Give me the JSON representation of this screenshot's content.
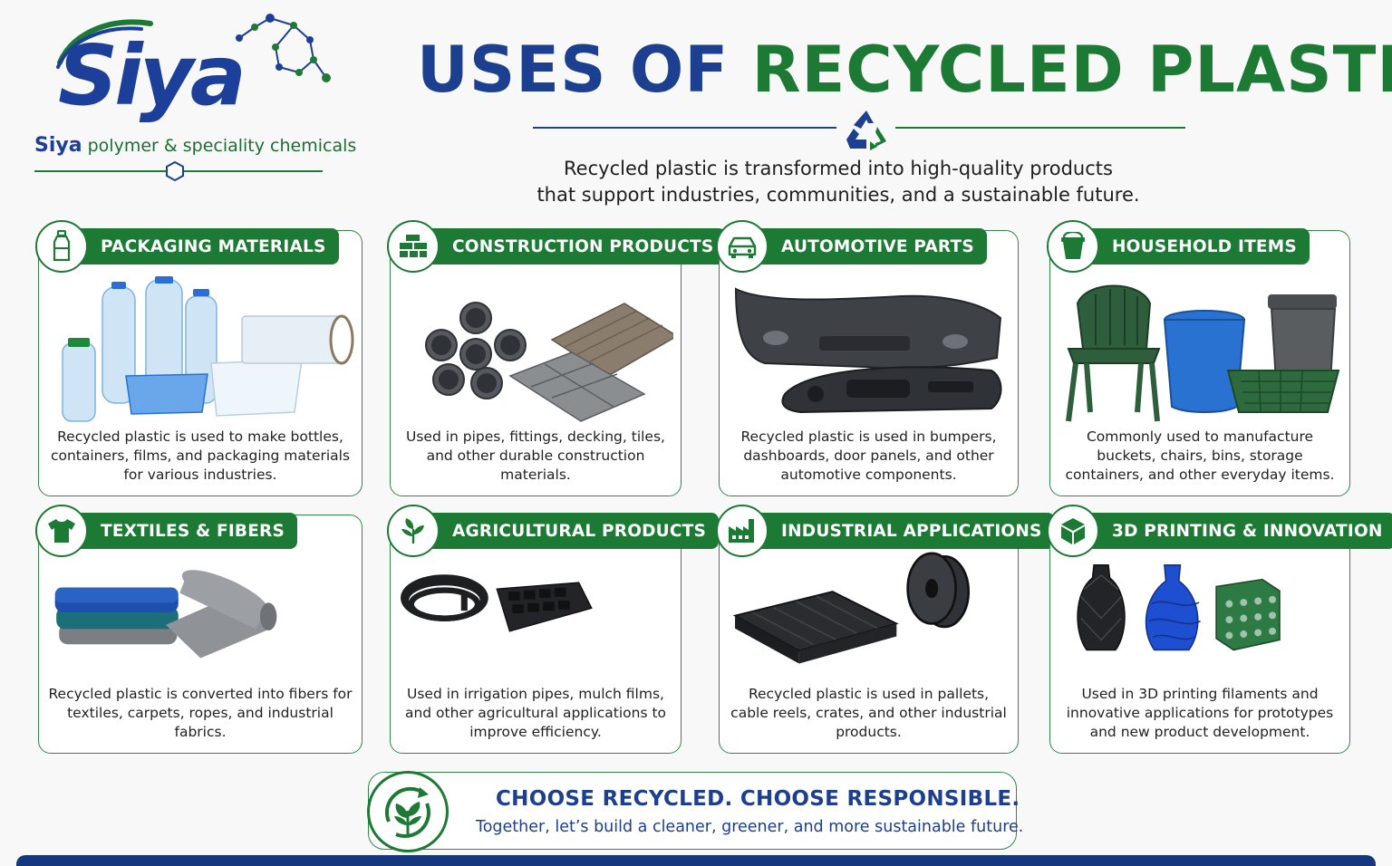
{
  "brand": {
    "logo_word_1": "Si",
    "logo_word_2": "ya",
    "logo_name": "Siya",
    "logo_tagline": "polymer & speciality chemicals",
    "primary_color": "#1c3f8f",
    "accent_color": "#1d7a35"
  },
  "header": {
    "title_part_1": "USES OF",
    "title_part_2": "RECYCLED PLASTIC",
    "intro_line_1": "Recycled plastic is transformed into high-quality products",
    "intro_line_2": "that support industries, communities, and a sustainable future."
  },
  "cards": [
    {
      "title": "PACKAGING MATERIALS",
      "icon": "bottle-icon",
      "text": "Recycled plastic is used to make bottles, containers, films, and packaging materials for various industries."
    },
    {
      "title": "CONSTRUCTION PRODUCTS",
      "icon": "bricks-icon",
      "text": "Used in pipes, fittings, decking, tiles, and other durable construction materials."
    },
    {
      "title": "AUTOMOTIVE PARTS",
      "icon": "car-icon",
      "text": "Recycled plastic is used in bumpers, dashboards, door panels, and other automotive components."
    },
    {
      "title": "HOUSEHOLD ITEMS",
      "icon": "bucket-icon",
      "text": "Commonly used to manufacture buckets, chairs, bins, storage containers, and other everyday items."
    },
    {
      "title": "TEXTILES & FIBERS",
      "icon": "tshirt-icon",
      "text": "Recycled plastic is converted into fibers for textiles, carpets, ropes, and industrial fabrics."
    },
    {
      "title": "AGRICULTURAL PRODUCTS",
      "icon": "plant-icon",
      "text": "Used in irrigation pipes, mulch films, and other agricultural applications to improve efficiency."
    },
    {
      "title": "INDUSTRIAL APPLICATIONS",
      "icon": "factory-icon",
      "text": "Recycled plastic is used in pallets, cable reels, crates, and other industrial products."
    },
    {
      "title": "3D PRINTING & INNOVATION",
      "icon": "cube-icon",
      "text": "Used in 3D printing filaments and innovative applications for prototypes and new product development."
    }
  ],
  "cta": {
    "head_part_1": "CHOOSE RECYCLED.",
    "head_part_2": "CHOOSE RESPONSIBLE.",
    "subtitle": "Together, let’s build a cleaner, greener, and more sustainable future."
  }
}
